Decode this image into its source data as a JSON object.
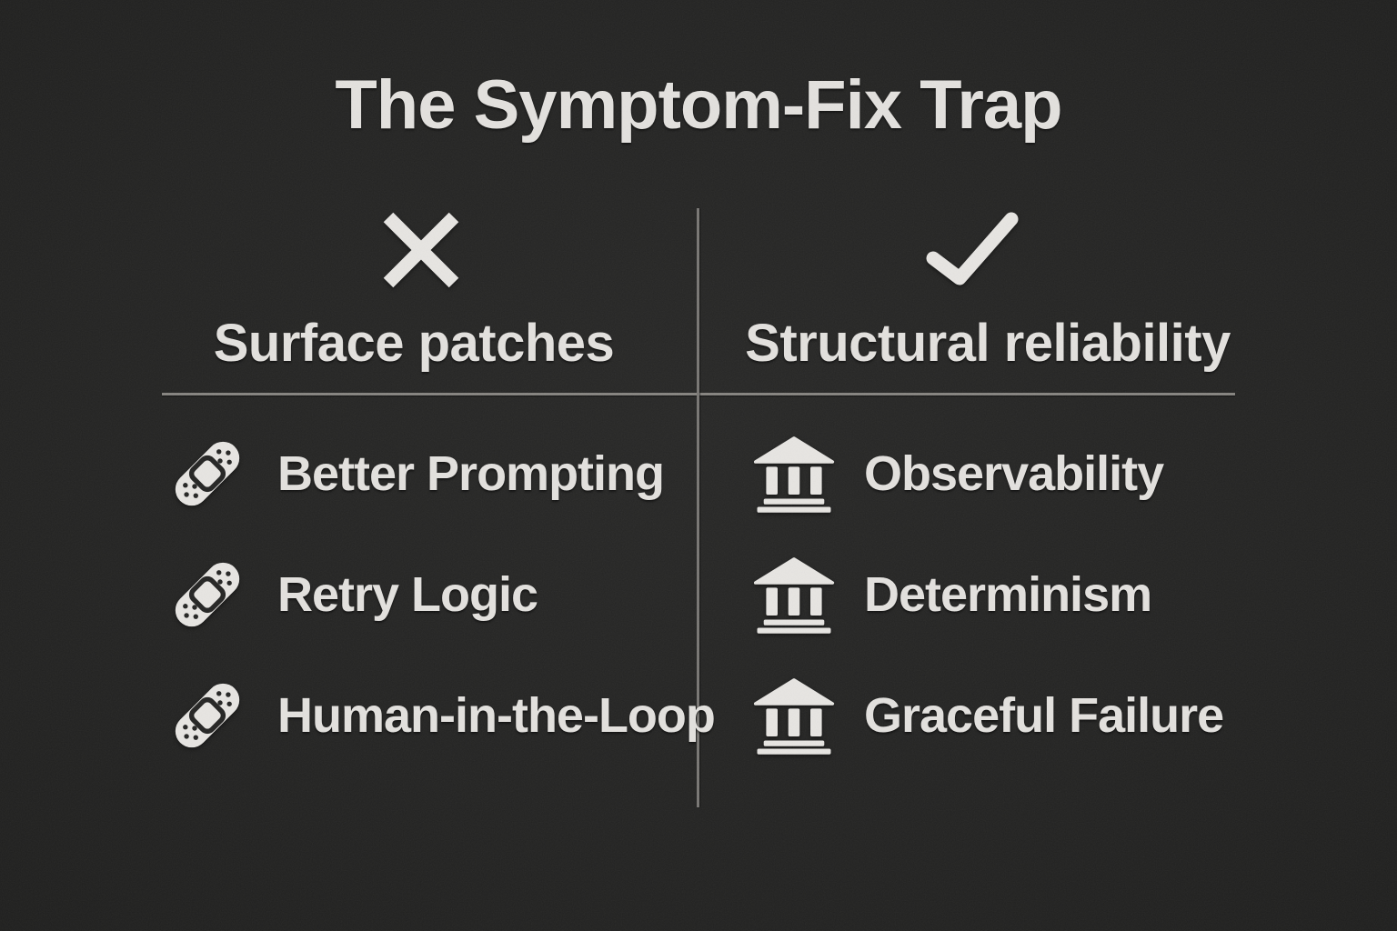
{
  "title": "The Symptom-Fix Trap",
  "colors": {
    "background": "#232322",
    "text": "#e3e1de",
    "divider_horizontal": "#85837f",
    "divider_vertical": "#787673",
    "icon_fill": "#e7e5e2",
    "icon_cutout": "#242423"
  },
  "columns": [
    {
      "id": "surface-patches",
      "mark_icon": "x-icon",
      "heading": "Surface patches",
      "item_icon": "bandage-icon",
      "items": [
        {
          "label": "Better Prompting"
        },
        {
          "label": "Retry Logic"
        },
        {
          "label": "Human-in-the-Loop"
        }
      ]
    },
    {
      "id": "structural-reliability",
      "mark_icon": "check-icon",
      "heading": "Structural reliability",
      "item_icon": "bank-icon",
      "items": [
        {
          "label": "Observability"
        },
        {
          "label": "Determinism"
        },
        {
          "label": "Graceful Failure"
        }
      ]
    }
  ]
}
